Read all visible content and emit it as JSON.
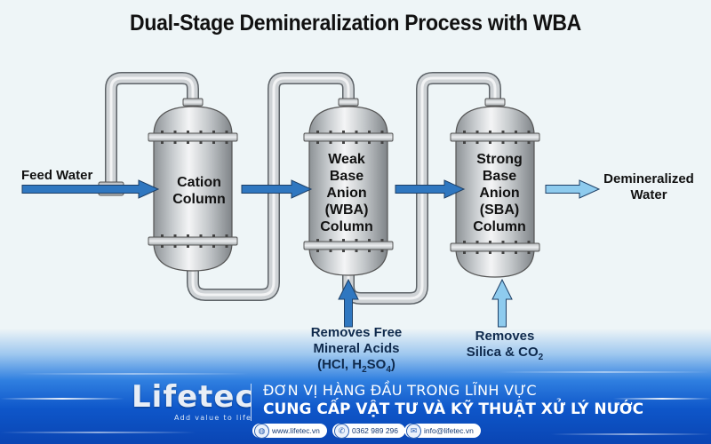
{
  "title": "Dual-Stage Demineralization Process with WBA",
  "inlet": {
    "label": "Feed Water"
  },
  "columns": [
    {
      "id": "cation",
      "lines": [
        "Cation",
        "Column"
      ]
    },
    {
      "id": "wba",
      "lines": [
        "Weak",
        "Base",
        "Anion",
        "(WBA)",
        "Column"
      ]
    },
    {
      "id": "sba",
      "lines": [
        "Strong",
        "Base",
        "Anion",
        "(SBA)",
        "Column"
      ]
    }
  ],
  "outlet": {
    "lines": [
      "Demineralized",
      "Water"
    ]
  },
  "notes": {
    "wba": {
      "line1": "Removes Free",
      "line2": "Mineral Acids",
      "line3_prefix": "(HCl, H",
      "sub1": "2",
      "mid": "SO",
      "sub2": "4",
      "suffix": ")"
    },
    "sba": {
      "line1": "Removes",
      "line2_prefix": "Silica & CO",
      "sub": "2"
    }
  },
  "colors": {
    "process_arrow": "#2f77c0",
    "outlet_arrow": "#8ecbee",
    "vessel_steel": "#c7cacd",
    "pipe": "#cfd3d6",
    "banner": "#0e56c9"
  },
  "footer": {
    "brand": "Lifetec",
    "tagline": "Add value to life",
    "slogan_line1": "ĐƠN VỊ HÀNG ĐẦU TRONG LĨNH VỰC",
    "slogan_line2": "CUNG CẤP VẬT TƯ VÀ KỸ THUẬT XỬ LÝ NƯỚC",
    "contacts": [
      {
        "icon": "globe-icon",
        "glyph": "◍",
        "text": "www.lifetec.vn"
      },
      {
        "icon": "phone-icon",
        "glyph": "✆",
        "text": "0362 989 296"
      },
      {
        "icon": "mail-icon",
        "glyph": "✉",
        "text": "info@lifetec.vn"
      }
    ]
  }
}
